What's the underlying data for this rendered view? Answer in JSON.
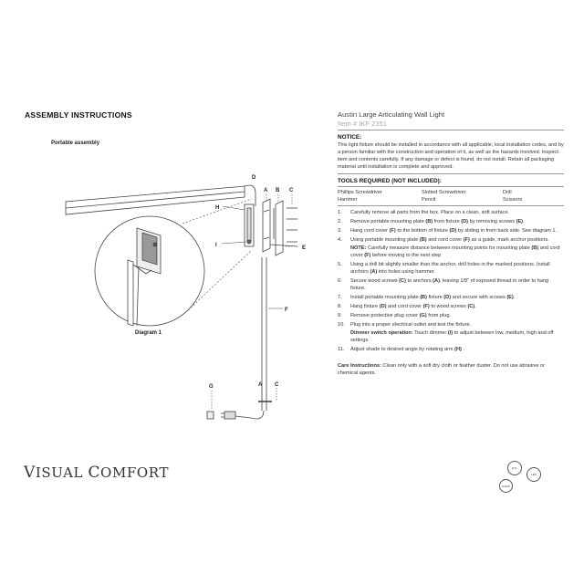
{
  "left": {
    "assembly_title": "ASSEMBLY INSTRUCTIONS",
    "portable_label": "Portable assembly",
    "diagram_label": "Diagram 1",
    "brand_logo": {
      "initial1": "V",
      "rest1": "ISUAL ",
      "initial2": "C",
      "rest2": "OMFORT"
    }
  },
  "diagram": {
    "labels": {
      "A": "A",
      "B": "B",
      "C": "C",
      "D": "D",
      "E": "E",
      "F": "F",
      "G": "G",
      "H": "H",
      "I": "I"
    }
  },
  "right": {
    "product_title": "Austin Large Articulating Wall Light",
    "item_number": "Item # IKF 2351",
    "notice_header": "NOTICE:",
    "notice_text": "This light fixture should be installed in accordance with all applicable, local installation codes, and by a person familiar with the construction and operation of it, as well as the hazards involved. Inspect item and contents carefully. If any damage or defect is found, do not install. Retain all packaging material until installation is complete and approved.",
    "tools_header": "TOOLS REQUIRED (NOT INCLUDED):",
    "tools": [
      "Phillips Screwdriver",
      "Slotted Screwdriver",
      "Drill",
      "Hammer",
      "Pencil",
      "Scissors"
    ],
    "steps": [
      {
        "num": "1.",
        "parts": [
          "Carefully remove all parts from the box. Place on a clean, soft surface."
        ]
      },
      {
        "num": "2.",
        "parts": [
          "Remove portable mounting plate ",
          "(B)",
          " from fixture ",
          "(D)",
          " by removing screws ",
          "(E)",
          "."
        ]
      },
      {
        "num": "3.",
        "parts": [
          "Hang cord cover ",
          "(F)",
          " to the bottom of fixture ",
          "(D)",
          " by sliding in from back side. See diagram 1."
        ]
      },
      {
        "num": "4.",
        "parts": [
          "Using portable mounting plate ",
          "(B)",
          " and cord cover ",
          "(F)",
          " as a guide, mark anchor positions."
        ],
        "note_label": "NOTE:",
        "note_parts": [
          " Carefully measure distance between mounting points for mounting plate ",
          "(B)",
          " and cord cover ",
          "(F)",
          " before moving to the next step"
        ]
      },
      {
        "num": "5.",
        "parts": [
          "Using a drill bit slightly smaller than the anchor, drill holes in the marked positions. Install anchors ",
          "(A)",
          " into holes using hammer."
        ]
      },
      {
        "num": "6.",
        "parts": [
          "Secure wood screws ",
          "(C)",
          " to anchors ",
          "(A)",
          ", leaving 1/8\" of exposed thread in order to hang fixture."
        ]
      },
      {
        "num": "7.",
        "parts": [
          "Install portable mounting plate ",
          "(B)",
          " fixture ",
          "(D)",
          " and secure with screws ",
          "(E)",
          "."
        ]
      },
      {
        "num": "8.",
        "parts": [
          "Hang fixture ",
          "(D)",
          " and cord cover ",
          "(F)",
          " to wood screws ",
          "(C)",
          "."
        ]
      },
      {
        "num": "9.",
        "parts": [
          "Remove protective plug cover ",
          "(G)",
          " from plug."
        ]
      },
      {
        "num": "10.",
        "parts": [
          "Plug into a proper electrical outlet and test the fixture."
        ],
        "note_label": "Dimmer switch operation:",
        "note_parts": [
          " Touch dimmer ",
          "(I)",
          " to adjust between low, medium, high and off settings."
        ]
      },
      {
        "num": "11.",
        "parts": [
          "Adjust shade to desired angle by rotating arm ",
          "(H)",
          " ."
        ]
      }
    ],
    "care_label": "Care Instructions:",
    "care_text": " Clean only with a soft dry cloth or feather duster. Do not use abrasive or chemical agents."
  },
  "certifications": {
    "mark1": "ETL",
    "mark2": "DAMP",
    "mark3": "LED"
  }
}
